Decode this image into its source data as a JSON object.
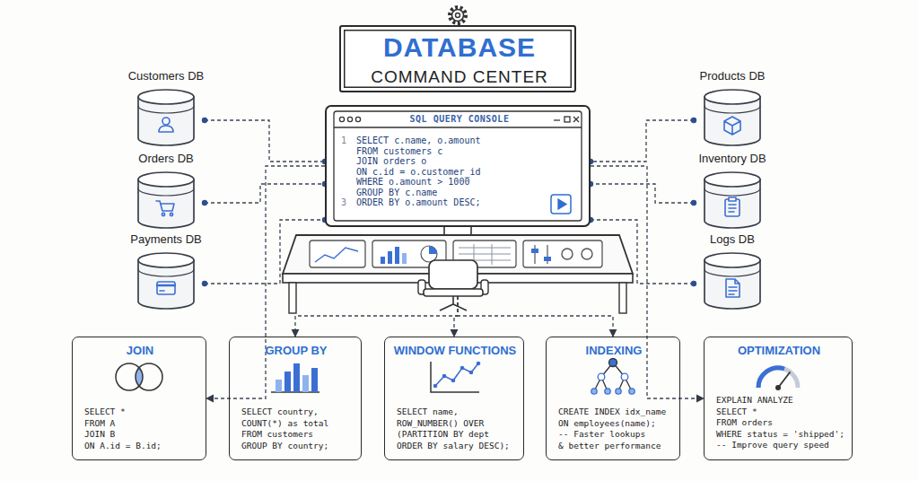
{
  "diagram": {
    "nodes": [
      {
        "text": [
          "DATABASE",
          "COMMAND CENTER"
        ]
      },
      {
        "text": [
          "Customers DB"
        ]
      },
      {
        "text": [
          "Orders DB"
        ]
      },
      {
        "text": [
          "Payments DB"
        ]
      },
      {
        "text": [
          "Products DB"
        ]
      },
      {
        "text": [
          "Inventory DB"
        ]
      },
      {
        "text": [
          "Logs DB"
        ]
      },
      {
        "text": [
          "SQL QUERY CONSOLE",
          "SELECT c.name, o.amount",
          "FROM customers c",
          "JOIN orders o",
          "ON c.id = o.customer_id",
          "WHERE o.amount > 1000",
          "GROUP BY c.name",
          "ORDER BY o.amount DESC;"
        ]
      },
      {
        "text": [
          "JOIN",
          "SELECT *",
          "FROM A",
          "JOIN B",
          "ON A.id = B.id;"
        ]
      },
      {
        "text": [
          "GROUP BY",
          "SELECT country,",
          "COUNT(*) as total",
          "FROM customers",
          "GROUP BY country;"
        ]
      },
      {
        "text": [
          "WINDOW FUNCTIONS",
          "SELECT name,",
          "ROW_NUMBER() OVER",
          "(PARTITION BY dept",
          "ORDER BY salary DESC);"
        ]
      },
      {
        "text": [
          "INDEXING",
          "CREATE INDEX idx_name",
          "ON employees(name);",
          "-- Faster lookups",
          "& better performance"
        ]
      },
      {
        "text": [
          "OPTIMIZATION",
          "EXPLAIN ANALYZE",
          "SELECT *",
          "FROM orders",
          "WHERE status = 'shipped';",
          "-- Improve query speed"
        ]
      }
    ],
    "edges": [
      {
        "from": 1,
        "to": 7,
        "arrow": "none"
      },
      {
        "from": 2,
        "to": 7,
        "arrow": "none"
      },
      {
        "from": 3,
        "to": 7,
        "arrow": "none"
      },
      {
        "from": 4,
        "to": 7,
        "arrow": "none"
      },
      {
        "from": 5,
        "to": 7,
        "arrow": "none"
      },
      {
        "from": 6,
        "to": 7,
        "arrow": "none"
      },
      {
        "from": 7,
        "to": 8,
        "arrow": "to"
      },
      {
        "from": 7,
        "to": 9,
        "arrow": "to"
      },
      {
        "from": 7,
        "to": 10,
        "arrow": "to"
      },
      {
        "from": 7,
        "to": 11,
        "arrow": "to"
      },
      {
        "from": 7,
        "to": 12,
        "arrow": "to"
      }
    ],
    "labels": [
      "1",
      "3"
    ]
  }
}
